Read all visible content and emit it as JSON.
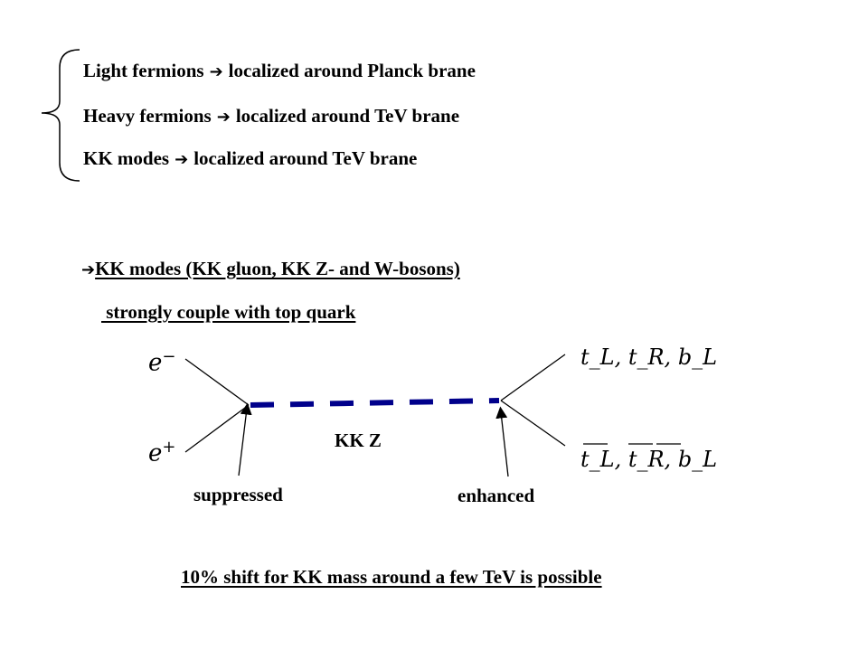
{
  "statements": [
    {
      "subject": "Light fermions",
      "arrow": "➔",
      "result": "localized around Planck brane"
    },
    {
      "subject": "Heavy fermions",
      "arrow": "➔",
      "result": "localized around TeV brane"
    },
    {
      "subject": "KK modes",
      "arrow": "➔",
      "result": "localized around TeV brane"
    }
  ],
  "conclusion": {
    "arrow": "➔",
    "line1": "KK modes (KK gluon, KK Z- and W-bosons)",
    "line2": " strongly couple with top quark"
  },
  "diagram": {
    "electron": "e",
    "electron_sup": "−",
    "positron": "e",
    "positron_sup": "+",
    "propagator_label": "KK Z",
    "out_quarks": "t_L, t_R, b_L",
    "out_antiquarks": "t_L, t_R, b_L",
    "left_vertex_note": "suppressed",
    "right_vertex_note": "enhanced",
    "propagator_color": "#00008b"
  },
  "footer": "10% shift for KK mass around a few TeV is possible"
}
